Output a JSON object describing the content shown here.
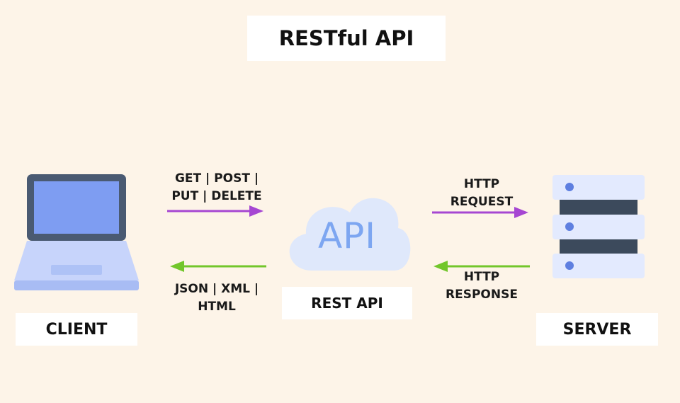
{
  "title": "RESTful API",
  "nodes": {
    "client": {
      "label": "CLIENT",
      "icon": "laptop-icon"
    },
    "api": {
      "label": "REST API",
      "icon_text": "API",
      "icon": "cloud-icon"
    },
    "server": {
      "label": "SERVER",
      "icon": "server-icon"
    }
  },
  "edges": {
    "client_to_api": {
      "lines": [
        "GET | POST |",
        "PUT | DELETE"
      ],
      "color": "#a646d2"
    },
    "api_to_client": {
      "lines": [
        "JSON | XML |",
        "HTML"
      ],
      "color": "#72c62b"
    },
    "api_to_server": {
      "lines": [
        "HTTP",
        "REQUEST"
      ],
      "color": "#a646d2"
    },
    "server_to_api": {
      "lines": [
        "HTTP",
        "RESPONSE"
      ],
      "color": "#72c62b"
    }
  },
  "colors": {
    "background": "#fdf4e8",
    "laptop_body": "#4a5a72",
    "laptop_screen": "#7e9df2",
    "laptop_base": "#c7d4fb",
    "cloud": "#dfe8fb",
    "api_text": "#7da6f1",
    "server_unit": "#e3eafe",
    "server_band": "#3c4a5c",
    "server_led": "#5e7fe0"
  }
}
